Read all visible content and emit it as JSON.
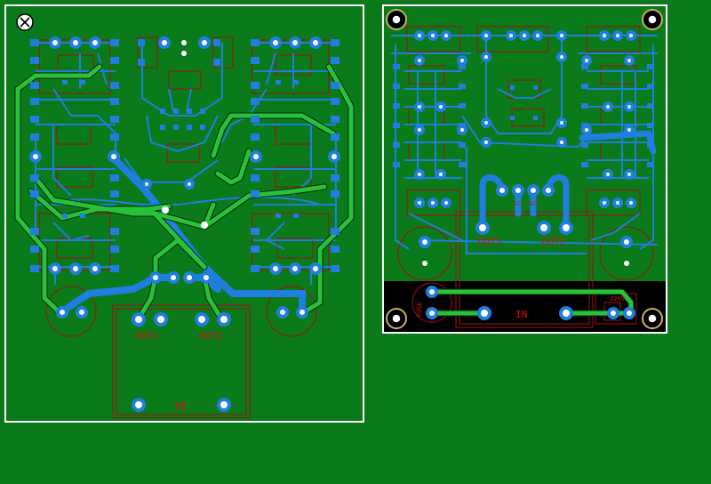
{
  "colors": {
    "background": "#0b7a1a",
    "board_outline": "#ffffff",
    "bottom_trace": "#1e7fe0",
    "top_trace": "#27c23a",
    "silkscreen": "#c00000",
    "pad": "#d8e8ff",
    "black_area": "#000000"
  },
  "icons": {
    "close": "close-x-icon"
  },
  "left_board": {
    "labels": {
      "out1": "OUT1",
      "out2": "OUT2",
      "in": "IN"
    }
  },
  "right_board": {
    "labels": {
      "out1": "OUT1",
      "out2": "OUT2",
      "in": "IN",
      "ac": "AC",
      "ac2": "AC",
      "fuse": "FUSE",
      "v220": "220V"
    }
  }
}
